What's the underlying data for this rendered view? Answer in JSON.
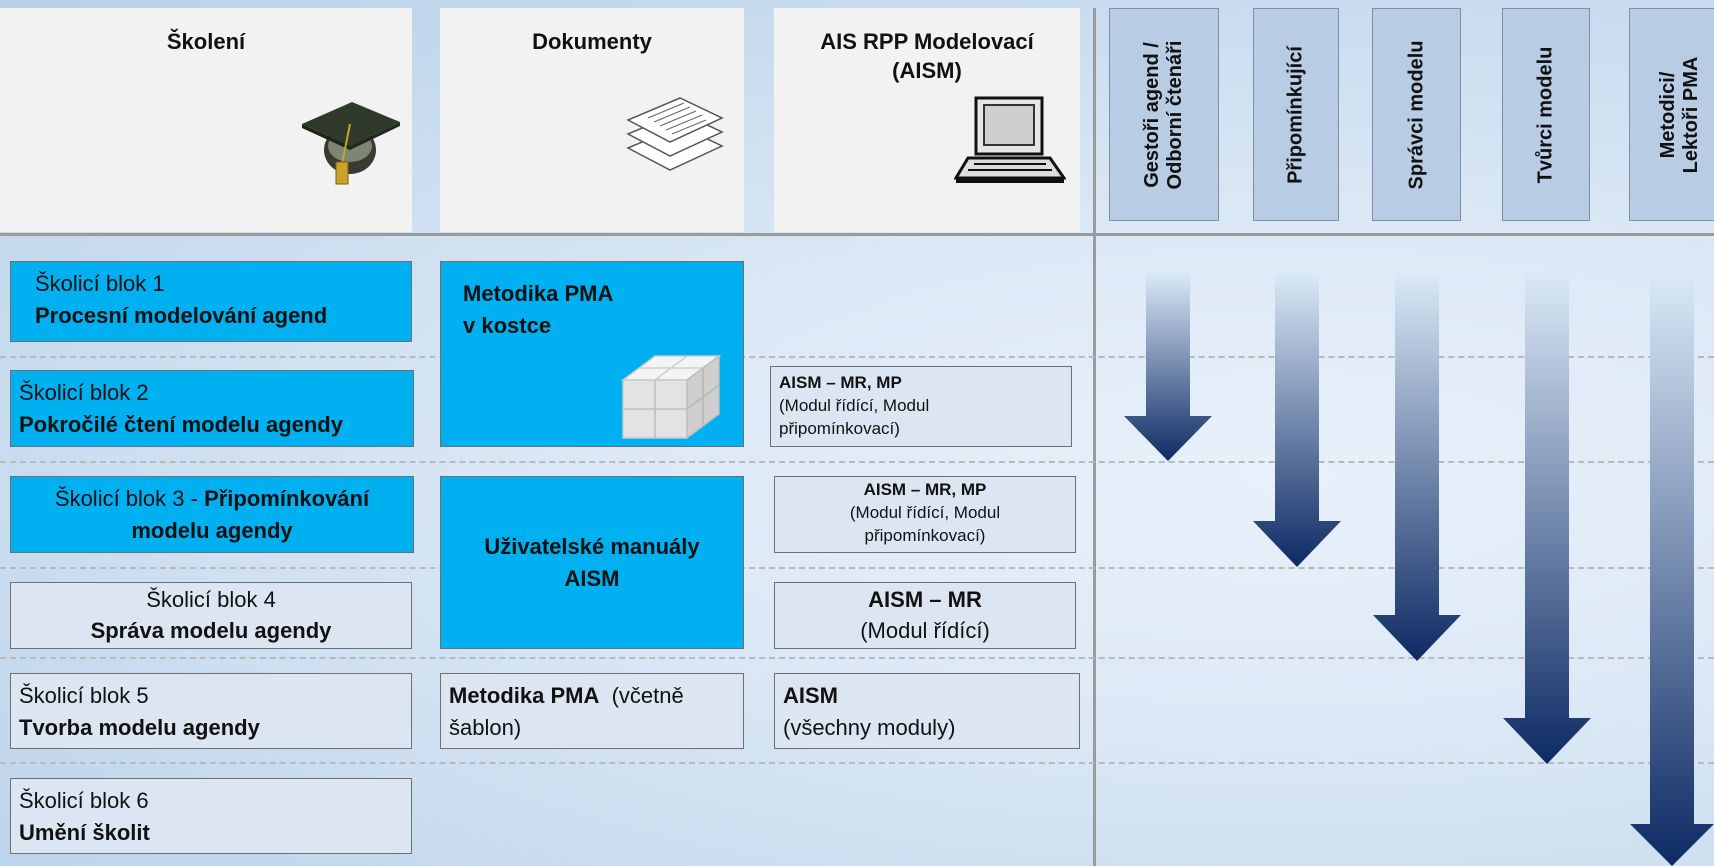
{
  "header": {
    "skoleni": "Školení",
    "dokumenty": "Dokumenty",
    "ais_line1": "AIS RPP Modelovací",
    "ais_line2": "(AISM)"
  },
  "roles": [
    {
      "line1": "Gestoři agend /",
      "line2": "Odborní čtenáři"
    },
    {
      "line1": "Připomínkující",
      "line2": ""
    },
    {
      "line1": "Správci modelu",
      "line2": ""
    },
    {
      "line1": "Tvůrci modelu",
      "line2": ""
    },
    {
      "line1": "Metodici/",
      "line2": "Lektoři PMA"
    }
  ],
  "blocks": [
    {
      "title": "Školicí blok 1",
      "subtitle": "Procesní modelování agend"
    },
    {
      "title": "Školicí blok 2",
      "subtitle": "Pokročilé čtení modelu agendy"
    },
    {
      "title": "Školicí blok 3 - ",
      "subtitle": "Připomínkování modelu agendy"
    },
    {
      "title": "Školicí blok 4",
      "subtitle": "Správa modelu agendy"
    },
    {
      "title": "Školicí blok 5",
      "subtitle": "Tvorba modelu agendy"
    },
    {
      "title": "Školicí blok 6",
      "subtitle": "Umění školit"
    }
  ],
  "documents": {
    "d1_line1": "Metodika PMA",
    "d1_line2": "v kostce",
    "d2_line1": "Uživatelské manuály",
    "d2_line2": "AISM",
    "d3_bold": "Metodika PMA",
    "d3_rest": "(včetně",
    "d3_line2": "šablon)"
  },
  "systems": {
    "s1_bold": "AISM – MR, MP",
    "s1_rest": "(Modul řídící, Modul připomínkovací)",
    "s2_bold": "AISM – MR, MP",
    "s2_rest1": "(Modul řídící, Modul",
    "s2_rest2": "připomínkovací)",
    "s3_bold": "AISM – MR",
    "s3_rest": "(Modul řídící)",
    "s4_bold": "AISM",
    "s4_rest": "(všechny moduly)"
  },
  "colors": {
    "accent_blue": "#00b0f0",
    "pale_box": "#dce6f2",
    "role_box": "#b8cce4",
    "arrow_top": "#dbe9f7",
    "arrow_bottom": "#0d2a64"
  },
  "icons": [
    "graduation-cap-icon",
    "documents-stack-icon",
    "laptop-icon",
    "cube-icon"
  ]
}
